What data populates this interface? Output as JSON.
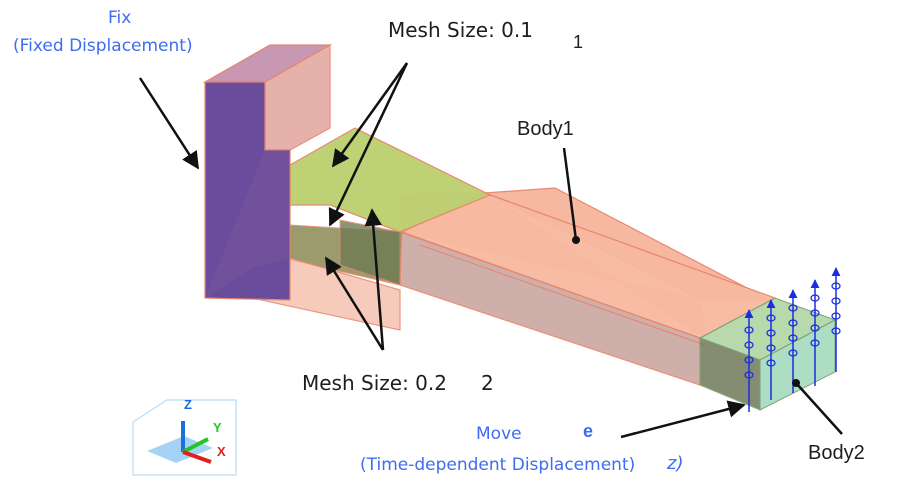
{
  "labels": {
    "fix_title": "Fix",
    "fix_subtitle": "(Fixed Displacement)",
    "mesh_size_1": "Mesh Size: 0.1",
    "mesh_size_1_marker": "1",
    "mesh_size_2": "Mesh Size: 0.2",
    "mesh_size_2_marker": "2",
    "body1": "Body1",
    "body2": "Body2",
    "move_title": "Move",
    "move_marker": "e",
    "move_subtitle": "(Time-dependent Displacement)",
    "move_subtitle_marker": "z)"
  },
  "triad": {
    "x": "X",
    "y": "Y",
    "z": "Z"
  },
  "colors": {
    "annotation_blue": "#3f6cf0",
    "body_edge": "#e8846a",
    "body_fill": "#f7b59c",
    "fixed_face": "#6a4c9c",
    "mesh_fine_region": "#b9cc6a",
    "body2_fill": "#a9dcc0",
    "load_arrows": "#1a2ee0"
  }
}
